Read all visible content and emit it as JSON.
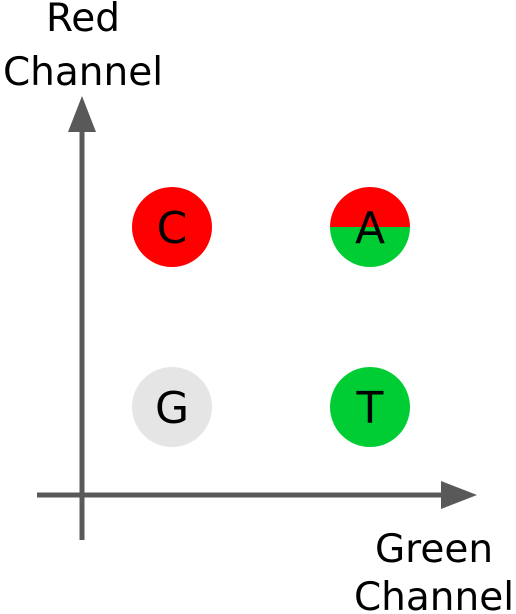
{
  "axes": {
    "y_label_line1": "Red",
    "y_label_line2": "Channel",
    "x_label_line1": "Green",
    "x_label_line2": "Channel"
  },
  "colors": {
    "axis": "#595959",
    "red": "#ff0000",
    "green": "#00cc33",
    "gray": "#e5e5e5"
  },
  "bases": [
    {
      "letter": "C",
      "red_signal": "high",
      "green_signal": "low",
      "fill": "red"
    },
    {
      "letter": "A",
      "red_signal": "high",
      "green_signal": "high",
      "fill": "red-green-split"
    },
    {
      "letter": "G",
      "red_signal": "low",
      "green_signal": "low",
      "fill": "gray"
    },
    {
      "letter": "T",
      "red_signal": "low",
      "green_signal": "high",
      "fill": "green"
    }
  ]
}
